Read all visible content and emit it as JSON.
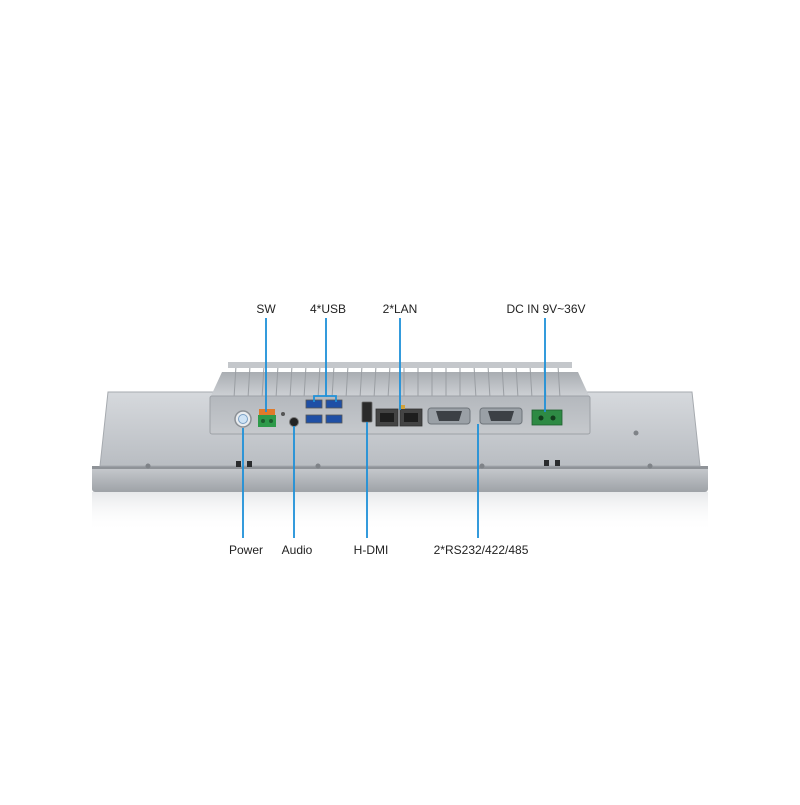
{
  "callouts": {
    "sw": "SW",
    "usb": "4*USB",
    "lan": "2*LAN",
    "dc_in": "DC IN 9V~36V",
    "power": "Power",
    "audio": "Audio",
    "hdmi": "H-DMI",
    "serial": "2*RS232/422/485"
  },
  "colors": {
    "leader_line": "#1e90d8",
    "panel": "#c5c9ce",
    "heatsink": "#b8bcc1",
    "terminal_green": "#2e9a4a",
    "terminal_orange": "#e07a2a"
  }
}
